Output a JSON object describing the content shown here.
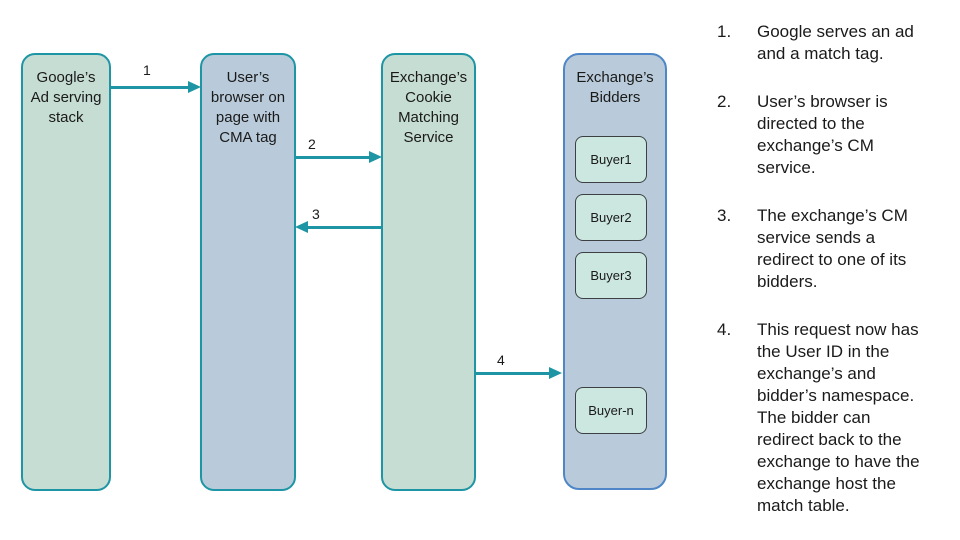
{
  "diagram": {
    "nodes": [
      {
        "id": "google-ad-stack",
        "label": "Google’s\nAd serving\nstack"
      },
      {
        "id": "user-browser",
        "label": "User’s\nbrowser on\npage with\nCMA tag"
      },
      {
        "id": "exchange-cm-service",
        "label": "Exchange’s\nCookie\nMatching\nService"
      },
      {
        "id": "exchange-bidders",
        "label": "Exchange’s\nBidders",
        "buyers": [
          "Buyer1",
          "Buyer2",
          "Buyer3",
          "Buyer-n"
        ]
      }
    ],
    "arrows": [
      {
        "label": "1",
        "from": "google-ad-stack",
        "to": "user-browser",
        "direction": "right"
      },
      {
        "label": "2",
        "from": "user-browser",
        "to": "exchange-cm-service",
        "direction": "right"
      },
      {
        "label": "3",
        "from": "exchange-cm-service",
        "to": "user-browser",
        "direction": "left"
      },
      {
        "label": "4",
        "from": "exchange-cm-service",
        "to": "exchange-bidders",
        "direction": "right"
      }
    ]
  },
  "steps": [
    {
      "number": "1.",
      "text": "Google serves an ad\nand a match tag."
    },
    {
      "number": "2.",
      "text": "User’s browser is\ndirected to the\nexchange’s CM\nservice."
    },
    {
      "number": "3.",
      "text": "The exchange’s CM\nservice sends a\nredirect to one of its\nbidders."
    },
    {
      "number": "4.",
      "text": "This request now has\nthe User ID in the\nexchange’s and\nbidder’s namespace.\nThe bidder can\nredirect back to the\nexchange to have the\nexchange host the\nmatch table."
    }
  ],
  "colors": {
    "teal_accent": "#1e95a4",
    "green_node_fill": "#c6ddd3",
    "blue_node_fill": "#b9cbda",
    "bidders_border": "#4e86c8",
    "buyer_chip_fill": "#cce7e0",
    "text": "#1a1a1a"
  }
}
